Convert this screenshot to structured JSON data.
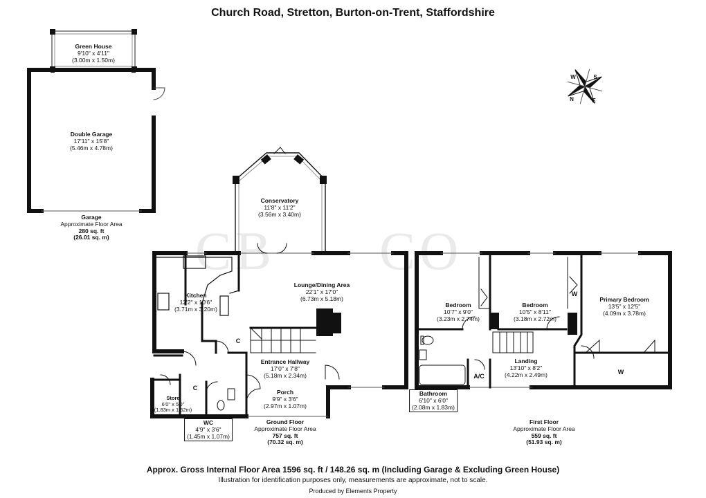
{
  "title": "Church Road, Stretton, Burton-on-Trent, Staffordshire",
  "watermark": {
    "left": "CB",
    "right": "CO"
  },
  "compass": {
    "n": "N",
    "e": "E",
    "s": "S",
    "w": "W"
  },
  "rooms": {
    "green_house": {
      "name": "Green House",
      "imperial": "9'10\" x 4'11\"",
      "metric": "(3.00m x 1.50m)"
    },
    "double_garage": {
      "name": "Double Garage",
      "imperial": "17'11\" x 15'8\"",
      "metric": "(5.46m x 4.78m)"
    },
    "conservatory": {
      "name": "Conservatory",
      "imperial": "11'8\" x 11'2\"",
      "metric": "(3.56m x 3.40m)"
    },
    "kitchen": {
      "name": "Kitchen",
      "imperial": "12'2\" x 10'6\"",
      "metric": "(3.71m x 3.20m)"
    },
    "lounge": {
      "name": "Lounge/Dining Area",
      "imperial": "22'1\" x 17'0\"",
      "metric": "(6.73m x 5.18m)"
    },
    "hallway": {
      "name": "Entrance Hallway",
      "imperial": "17'0\" x 7'8\"",
      "metric": "(5.18m x 2.34m)"
    },
    "porch": {
      "name": "Porch",
      "imperial": "9'9\" x 3'6\"",
      "metric": "(2.97m x 1.07m)"
    },
    "store": {
      "name": "Store",
      "imperial": "6'0\" x 5'0\"",
      "metric": "(1.83m x 1.52m)"
    },
    "wc": {
      "name": "WC",
      "imperial": "4'9\" x 3'6\"",
      "metric": "(1.45m x 1.07m)"
    },
    "bedroom1": {
      "name": "Bedroom",
      "imperial": "10'7\" x 9'0\"",
      "metric": "(3.23m x 2.74m)"
    },
    "bedroom2": {
      "name": "Bedroom",
      "imperial": "10'5\" x 8'11\"",
      "metric": "(3.18m x 2.72m)"
    },
    "primary": {
      "name": "Primary Bedroom",
      "imperial": "13'5\" x 12'5\"",
      "metric": "(4.09m x 3.78m)"
    },
    "landing": {
      "name": "Landing",
      "imperial": "13'10\" x 8'2\"",
      "metric": "(4.22m x 2.49m)"
    },
    "bathroom": {
      "name": "Bathroom",
      "imperial": "6'10\" x 6'0\"",
      "metric": "(2.08m x 1.83m)"
    }
  },
  "small_labels": {
    "c1": "C",
    "c2": "C",
    "w1": "W",
    "w2": "W",
    "ac": "A/C"
  },
  "areas": {
    "garage": {
      "heading": "Garage",
      "label": "Approximate Floor Area",
      "sqft": "280 sq. ft",
      "sqm": "(26.01 sq. m)"
    },
    "ground": {
      "heading": "Ground Floor",
      "label": "Approximate Floor Area",
      "sqft": "757 sq. ft",
      "sqm": "(70.32 sq. m)"
    },
    "first": {
      "heading": "First Floor",
      "label": "Approximate Floor Area",
      "sqft": "559 sq. ft",
      "sqm": "(51.93 sq. m)"
    }
  },
  "footer": {
    "gross": "Approx. Gross Internal Floor Area 1596 sq. ft / 148.26 sq. m (Including Garage & Excluding Green House)",
    "disclaimer": "Illustration for identification purposes only, measurements are approximate, not to scale.",
    "credit": "Produced by Elements Property"
  }
}
